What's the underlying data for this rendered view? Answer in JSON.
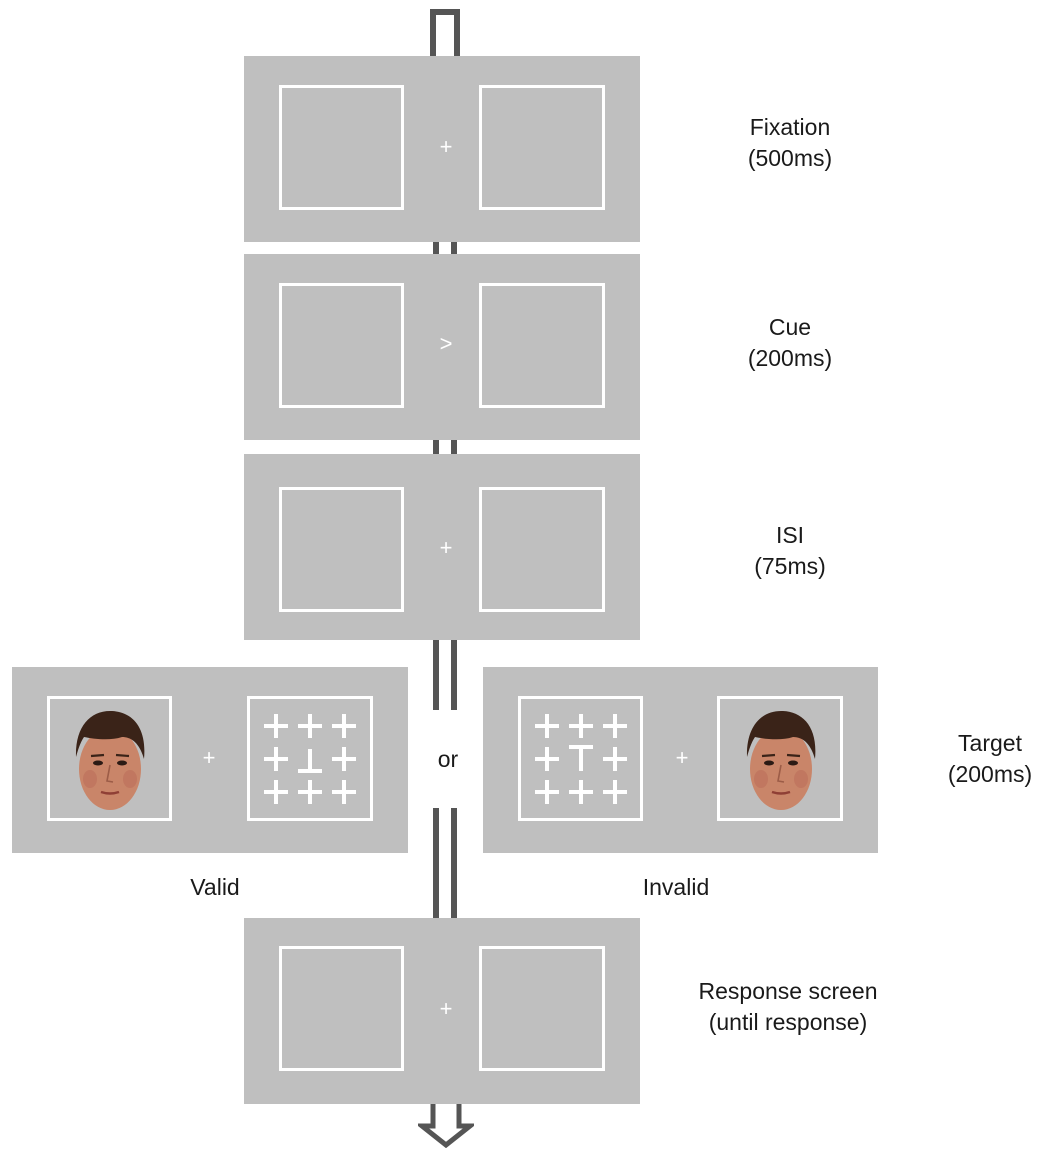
{
  "stages": {
    "fixation": {
      "name": "Fixation",
      "duration": "(500ms)",
      "center_symbol": "+"
    },
    "cue": {
      "name": "Cue",
      "duration": "(200ms)",
      "center_symbol": ">"
    },
    "isi": {
      "name": "ISI",
      "duration": "(75ms)",
      "center_symbol": "+"
    },
    "target": {
      "name": "Target",
      "duration": "(200ms)",
      "center_symbol": "+"
    },
    "response": {
      "name": "Response screen",
      "duration": "(until response)",
      "center_symbol": "+"
    }
  },
  "conditions": {
    "valid": {
      "label": "Valid",
      "search_target": "inverted-T"
    },
    "invalid": {
      "label": "Invalid",
      "search_target": "T"
    },
    "separator": "or"
  },
  "colors": {
    "panel": "#bfbfbf",
    "frame": "#ffffff",
    "arrow": "#555555"
  }
}
